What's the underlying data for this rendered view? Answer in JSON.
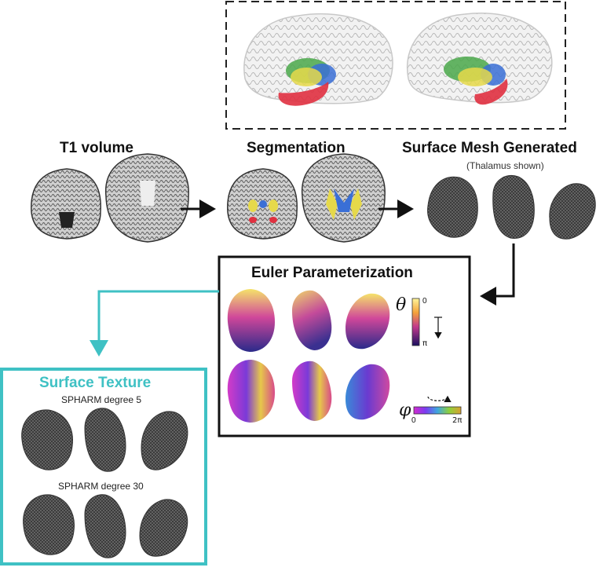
{
  "stages": {
    "t1": "T1 volume",
    "segmentation": "Segmentation",
    "mesh": "Surface Mesh Generated",
    "mesh_note": "(Thalamus shown)"
  },
  "euler": {
    "title": "Euler Parameterization",
    "theta_symbol": "θ",
    "theta_min": "0",
    "theta_max": "π",
    "phi_symbol": "φ",
    "phi_min": "0",
    "phi_max": "2π"
  },
  "texture": {
    "title": "Surface Texture",
    "degree_low": "SPHARM degree 5",
    "degree_high": "SPHARM degree 30"
  },
  "colors": {
    "teal": "#3fc1c4",
    "black": "#111111",
    "seg_green": "#4aa84a",
    "seg_blue": "#3a6fd6",
    "seg_yellow": "#e6d94a",
    "seg_red": "#e03040"
  }
}
